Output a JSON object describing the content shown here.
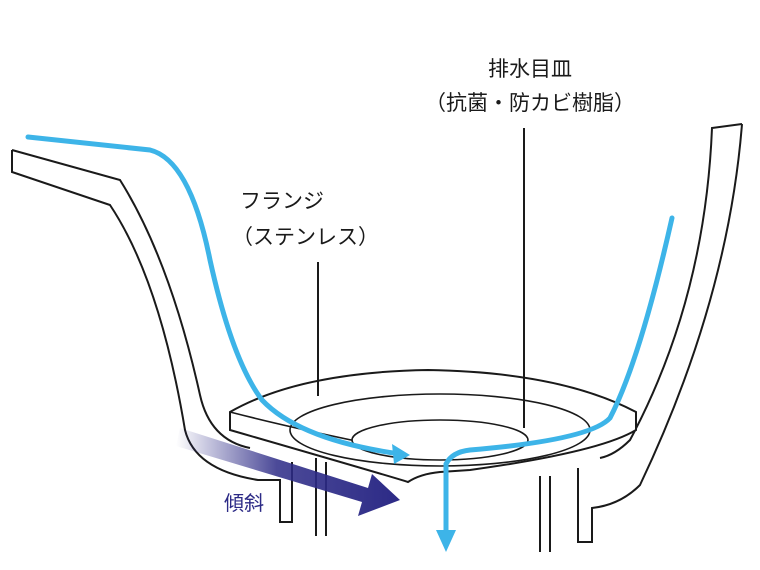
{
  "labels": {
    "drain_plate": {
      "name": "排水目皿",
      "material": "（抗菌・防カビ樹脂）"
    },
    "flange": {
      "name": "フランジ",
      "material": "（ステンレス）"
    },
    "slope": "傾斜"
  },
  "colors": {
    "outline": "#1a1a1a",
    "water_flow": "#3db4e8",
    "slope_arrow": "#2c2a86",
    "background": "#ffffff"
  }
}
